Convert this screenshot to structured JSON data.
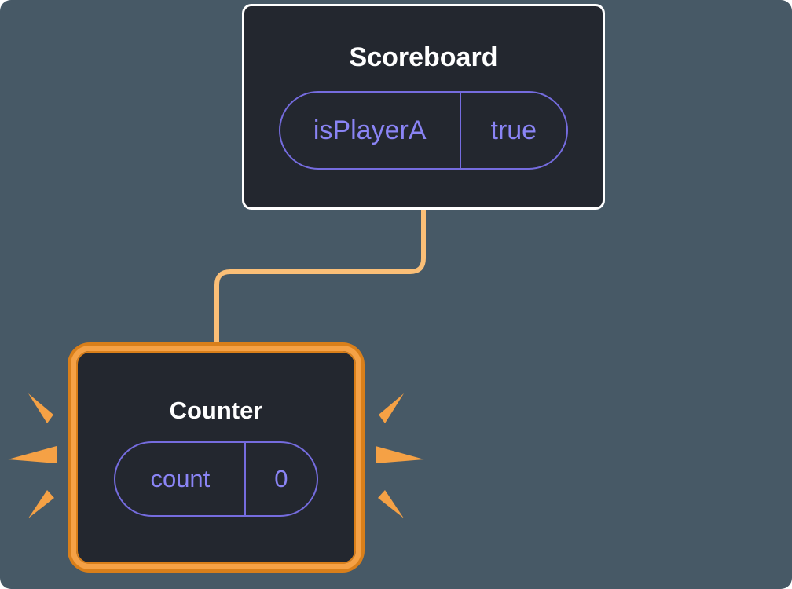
{
  "background": "#475966",
  "cards": {
    "scoreboard": {
      "title": "Scoreboard",
      "state": {
        "label": "isPlayerA",
        "value": "true"
      }
    },
    "counter": {
      "title": "Counter",
      "state": {
        "label": "count",
        "value": "0"
      }
    }
  },
  "colors": {
    "card_background": "#23272f",
    "card_border": "#ffffff",
    "highlight_border": "#f5a145",
    "highlight_edge": "#d97f1a",
    "connector": "#fbbf77",
    "state_text": "#8a84f5",
    "state_border": "#756cdf",
    "title_text": "#ffffff",
    "spark": "#f5a145"
  }
}
